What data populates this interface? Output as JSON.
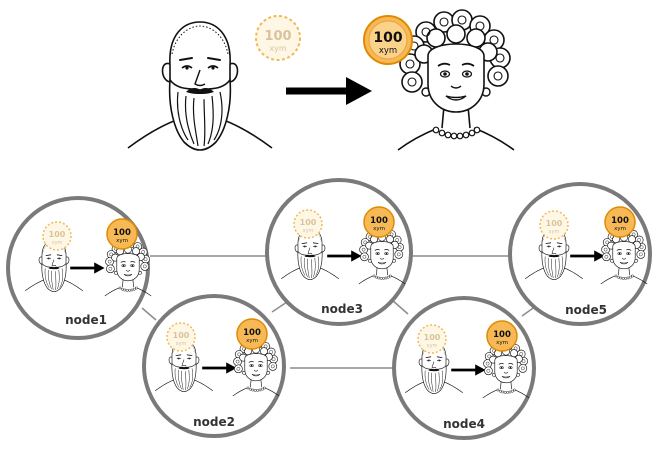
{
  "coin": {
    "amount": "100",
    "unit": "xym",
    "pending_color": "#f7c977",
    "confirmed_color": "#f5a623",
    "confirmed_stroke": "#e08a00"
  },
  "hero": {
    "sender": "bearded-man",
    "receiver": "curly-haired-woman",
    "arrow": "arrow-right-icon"
  },
  "nodes": [
    {
      "label": "node1"
    },
    {
      "label": "node2"
    },
    {
      "label": "node3"
    },
    {
      "label": "node4"
    },
    {
      "label": "node5"
    }
  ],
  "colors": {
    "ring": "#7a7a7a",
    "link": "#8c8c8c",
    "ink": "#111111"
  }
}
